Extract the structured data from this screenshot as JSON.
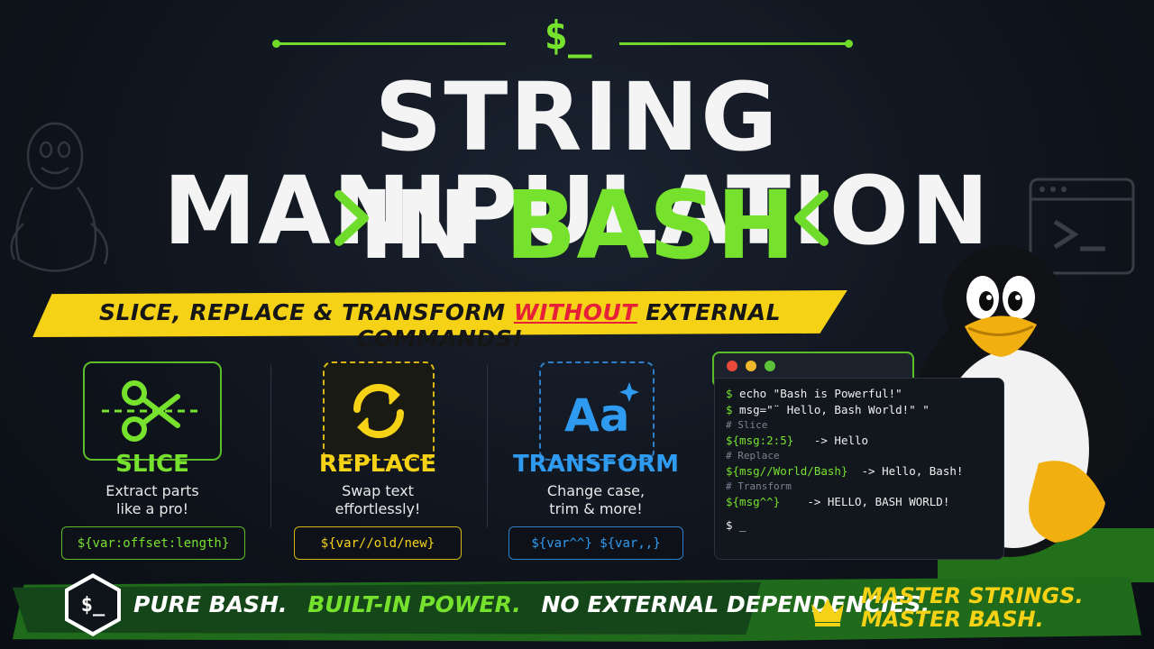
{
  "header": {
    "prompt_symbol": "$_",
    "title_line1": "STRING MANIPULATION",
    "title_in": "IN",
    "title_bash": "BASH"
  },
  "banner": {
    "part1": "SLICE, REPLACE & TRANSFORM",
    "highlight": "WITHOUT",
    "part2": "EXTERNAL COMMANDS!"
  },
  "features": [
    {
      "title": "SLICE",
      "desc_line1": "Extract parts",
      "desc_line2": "like a pro!",
      "code": "${var:offset:length}",
      "icon": "scissors-icon",
      "color": "#76e22e"
    },
    {
      "title": "REPLACE",
      "desc_line1": "Swap text",
      "desc_line2": "effortlessly!",
      "code": "${var//old/new}",
      "icon": "swap-arrows-icon",
      "color": "#f6d216"
    },
    {
      "title": "TRANSFORM",
      "desc_line1": "Change case,",
      "desc_line2": "trim & more!",
      "code": "${var^^} ${var,,}",
      "icon": "text-case-icon",
      "color": "#2e9bf0"
    }
  ],
  "terminal": {
    "lines": [
      {
        "prompt": "$",
        "text": " echo \"Bash is Powerful!\""
      },
      {
        "prompt": "$",
        "text": " msg=\"¨ Hello, Bash World!\" \""
      }
    ],
    "comment_slice": "# Slice",
    "expr_slice": "${msg:2:5}",
    "out_slice": "   -> Hello",
    "comment_replace": "# Replace",
    "expr_replace": "${msg//World/Bash}",
    "out_replace": "  -> Hello, Bash!",
    "comment_transform": "# Transform",
    "expr_transform": "${msg^^}",
    "out_transform": "    -> HELLO, BASH WORLD!",
    "final_prompt": "$ _"
  },
  "footer": {
    "hex_label": "$_",
    "seg1": "PURE BASH.",
    "seg2": "BUILT-IN POWER.",
    "seg3": "NO EXTERNAL DEPENDENCIES.",
    "master1": "MASTER STRINGS.",
    "master2": "MASTER BASH."
  },
  "colors": {
    "accent_green": "#76e22e",
    "accent_yellow": "#f6d216",
    "accent_blue": "#2e9bf0",
    "accent_red": "#e52038",
    "background": "#0f141c"
  }
}
